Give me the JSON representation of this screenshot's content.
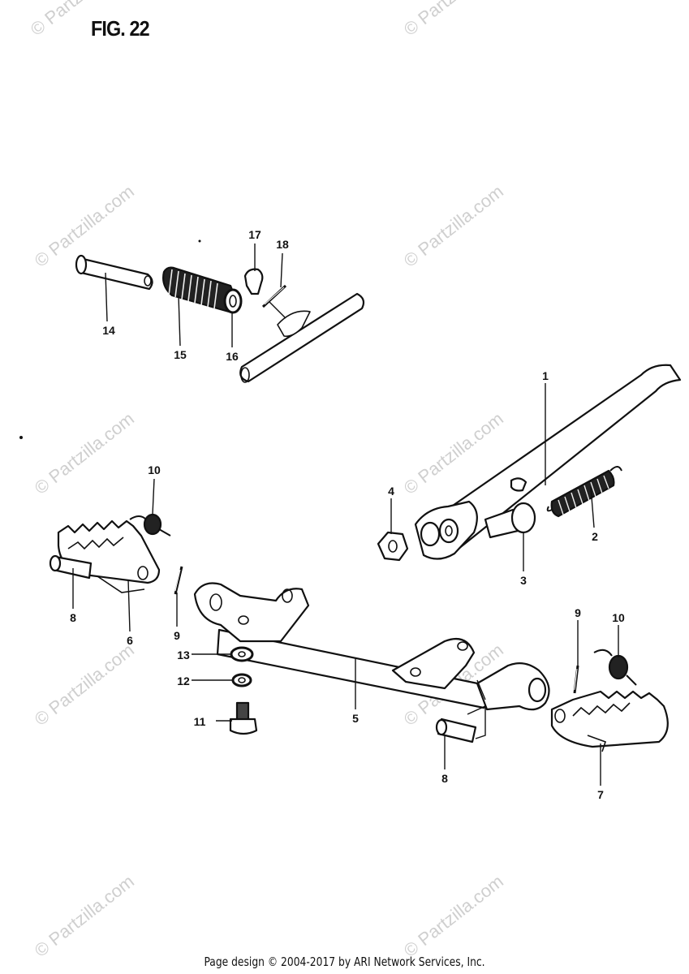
{
  "figure_title": "FIG. 22",
  "footer_text": "Page design © 2004-2017 by ARI Network Services, Inc.",
  "watermark_text": "© Partzilla.com",
  "callouts": {
    "c1": "1",
    "c2": "2",
    "c3": "3",
    "c4": "4",
    "c5": "5",
    "c6": "6",
    "c7": "7",
    "c8a": "8",
    "c8b": "8",
    "c9a": "9",
    "c9b": "9",
    "c10a": "10",
    "c10b": "10",
    "c11": "11",
    "c12": "12",
    "c13": "13",
    "c14": "14",
    "c15": "15",
    "c16": "16",
    "c17": "17",
    "c18": "18"
  }
}
